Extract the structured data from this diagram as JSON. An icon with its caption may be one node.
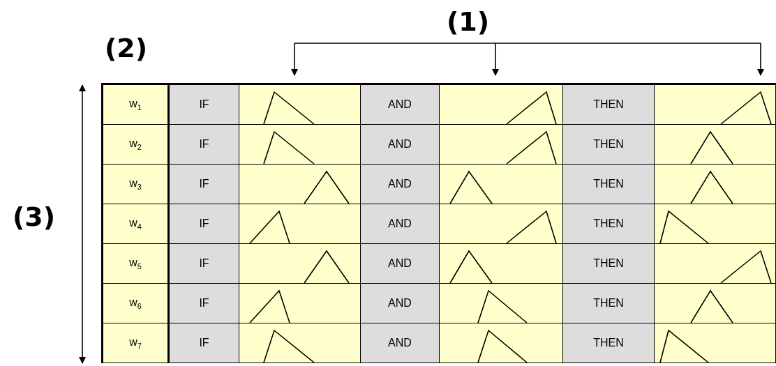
{
  "diagram": {
    "labels": [
      "(1)",
      "(2)",
      "(3)",
      "w$_{1}$",
      "IF",
      "AND",
      "THEN",
      "w$_{2}$",
      "IF",
      "AND",
      "THEN",
      "w$_{3}$",
      "IF",
      "AND",
      "THEN",
      "w$_{4}$",
      "IF",
      "AND",
      "THEN",
      "w$_{5}$",
      "IF",
      "AND",
      "THEN",
      "w$_{6}$",
      "IF",
      "AND",
      "THEN",
      "w$_{7}$",
      "IF",
      "AND",
      "THEN"
    ]
  }
}
